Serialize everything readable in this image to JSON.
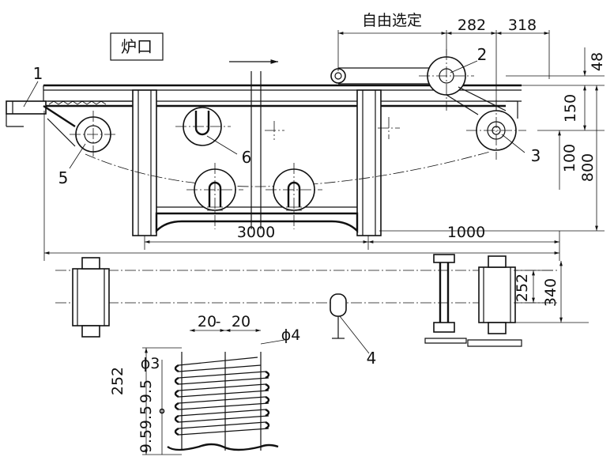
{
  "labels": {
    "furnace_mouth": "炉口",
    "free_choice": "自由选定"
  },
  "callouts": [
    "1",
    "2",
    "3",
    "4",
    "5",
    "6"
  ],
  "dimensions": {
    "d282": "282",
    "d318": "318",
    "d48": "48",
    "d150": "150",
    "d100": "100",
    "d800": "800",
    "d3000": "3000",
    "d1000": "1000",
    "d252": "252",
    "d340": "340",
    "d20a": "20",
    "d20b": "20",
    "phi4": "ϕ4",
    "phi3": "ϕ3",
    "d252_detail": "252",
    "d9_5a": "9.5",
    "d9_5b": "9.5",
    "d9_5c": "9.5"
  }
}
